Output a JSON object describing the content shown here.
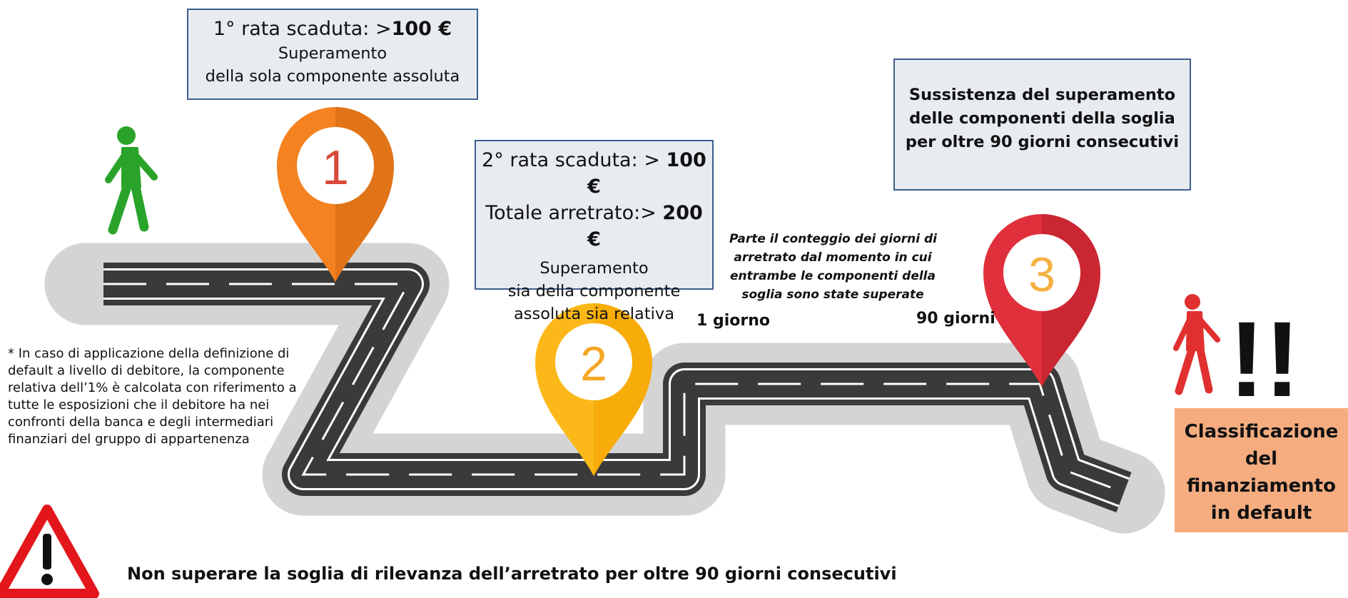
{
  "box1": {
    "rata_prefix": "1° rata scaduta: >",
    "rata_value": "100 €",
    "line2": "Superamento",
    "line3": "della sola componente assoluta"
  },
  "box2": {
    "rata_prefix": "2° rata scaduta: > ",
    "rata_value": "100 €",
    "totale_prefix": "Totale arretrato:> ",
    "totale_value": "200 €",
    "line3": "Superamento",
    "line4": "sia della componente",
    "line5": "assoluta sia relativa"
  },
  "box3": {
    "line1": "Sussistenza del superamento",
    "line2": "delle componenti della soglia",
    "line3": "per oltre 90 giorni consecutivi"
  },
  "pins": [
    {
      "number": "1",
      "color": "#f58220"
    },
    {
      "number": "2",
      "color": "#fbb818"
    },
    {
      "number": "3",
      "color": "#e0303c"
    }
  ],
  "counting_note": [
    "Parte il conteggio dei giorni di",
    "arretrato dal momento in cui",
    "entrambe le componenti della",
    "soglia sono state superate"
  ],
  "day1_label": "1 giorno",
  "day90_label": "90 giorni",
  "footnote": [
    "* In caso di applicazione della definizione di",
    "default a livello di debitore, la componente",
    "relativa dell’1% è calcolata con riferimento a",
    "tutte le esposizioni che il debitore ha nei",
    "confronti della banca e degli intermediari",
    "finanziari del gruppo di appartenenza"
  ],
  "default_box": [
    "Classificazione",
    "del",
    "finanziamento",
    "in default"
  ],
  "exclamation": "!!",
  "warning_text": "Non superare la soglia di rilevanza dell’arretrato per oltre 90 giorni consecutivi",
  "colors": {
    "box_border": "#3f5f8f",
    "box_fill": "#e8ecf1",
    "road": "#3a3a3a",
    "road_halo": "#d4d4d4",
    "walker_start": "#2aa32a",
    "walker_end": "#e03030",
    "default_box": "#f5ad80",
    "warning": "#e3161b"
  }
}
